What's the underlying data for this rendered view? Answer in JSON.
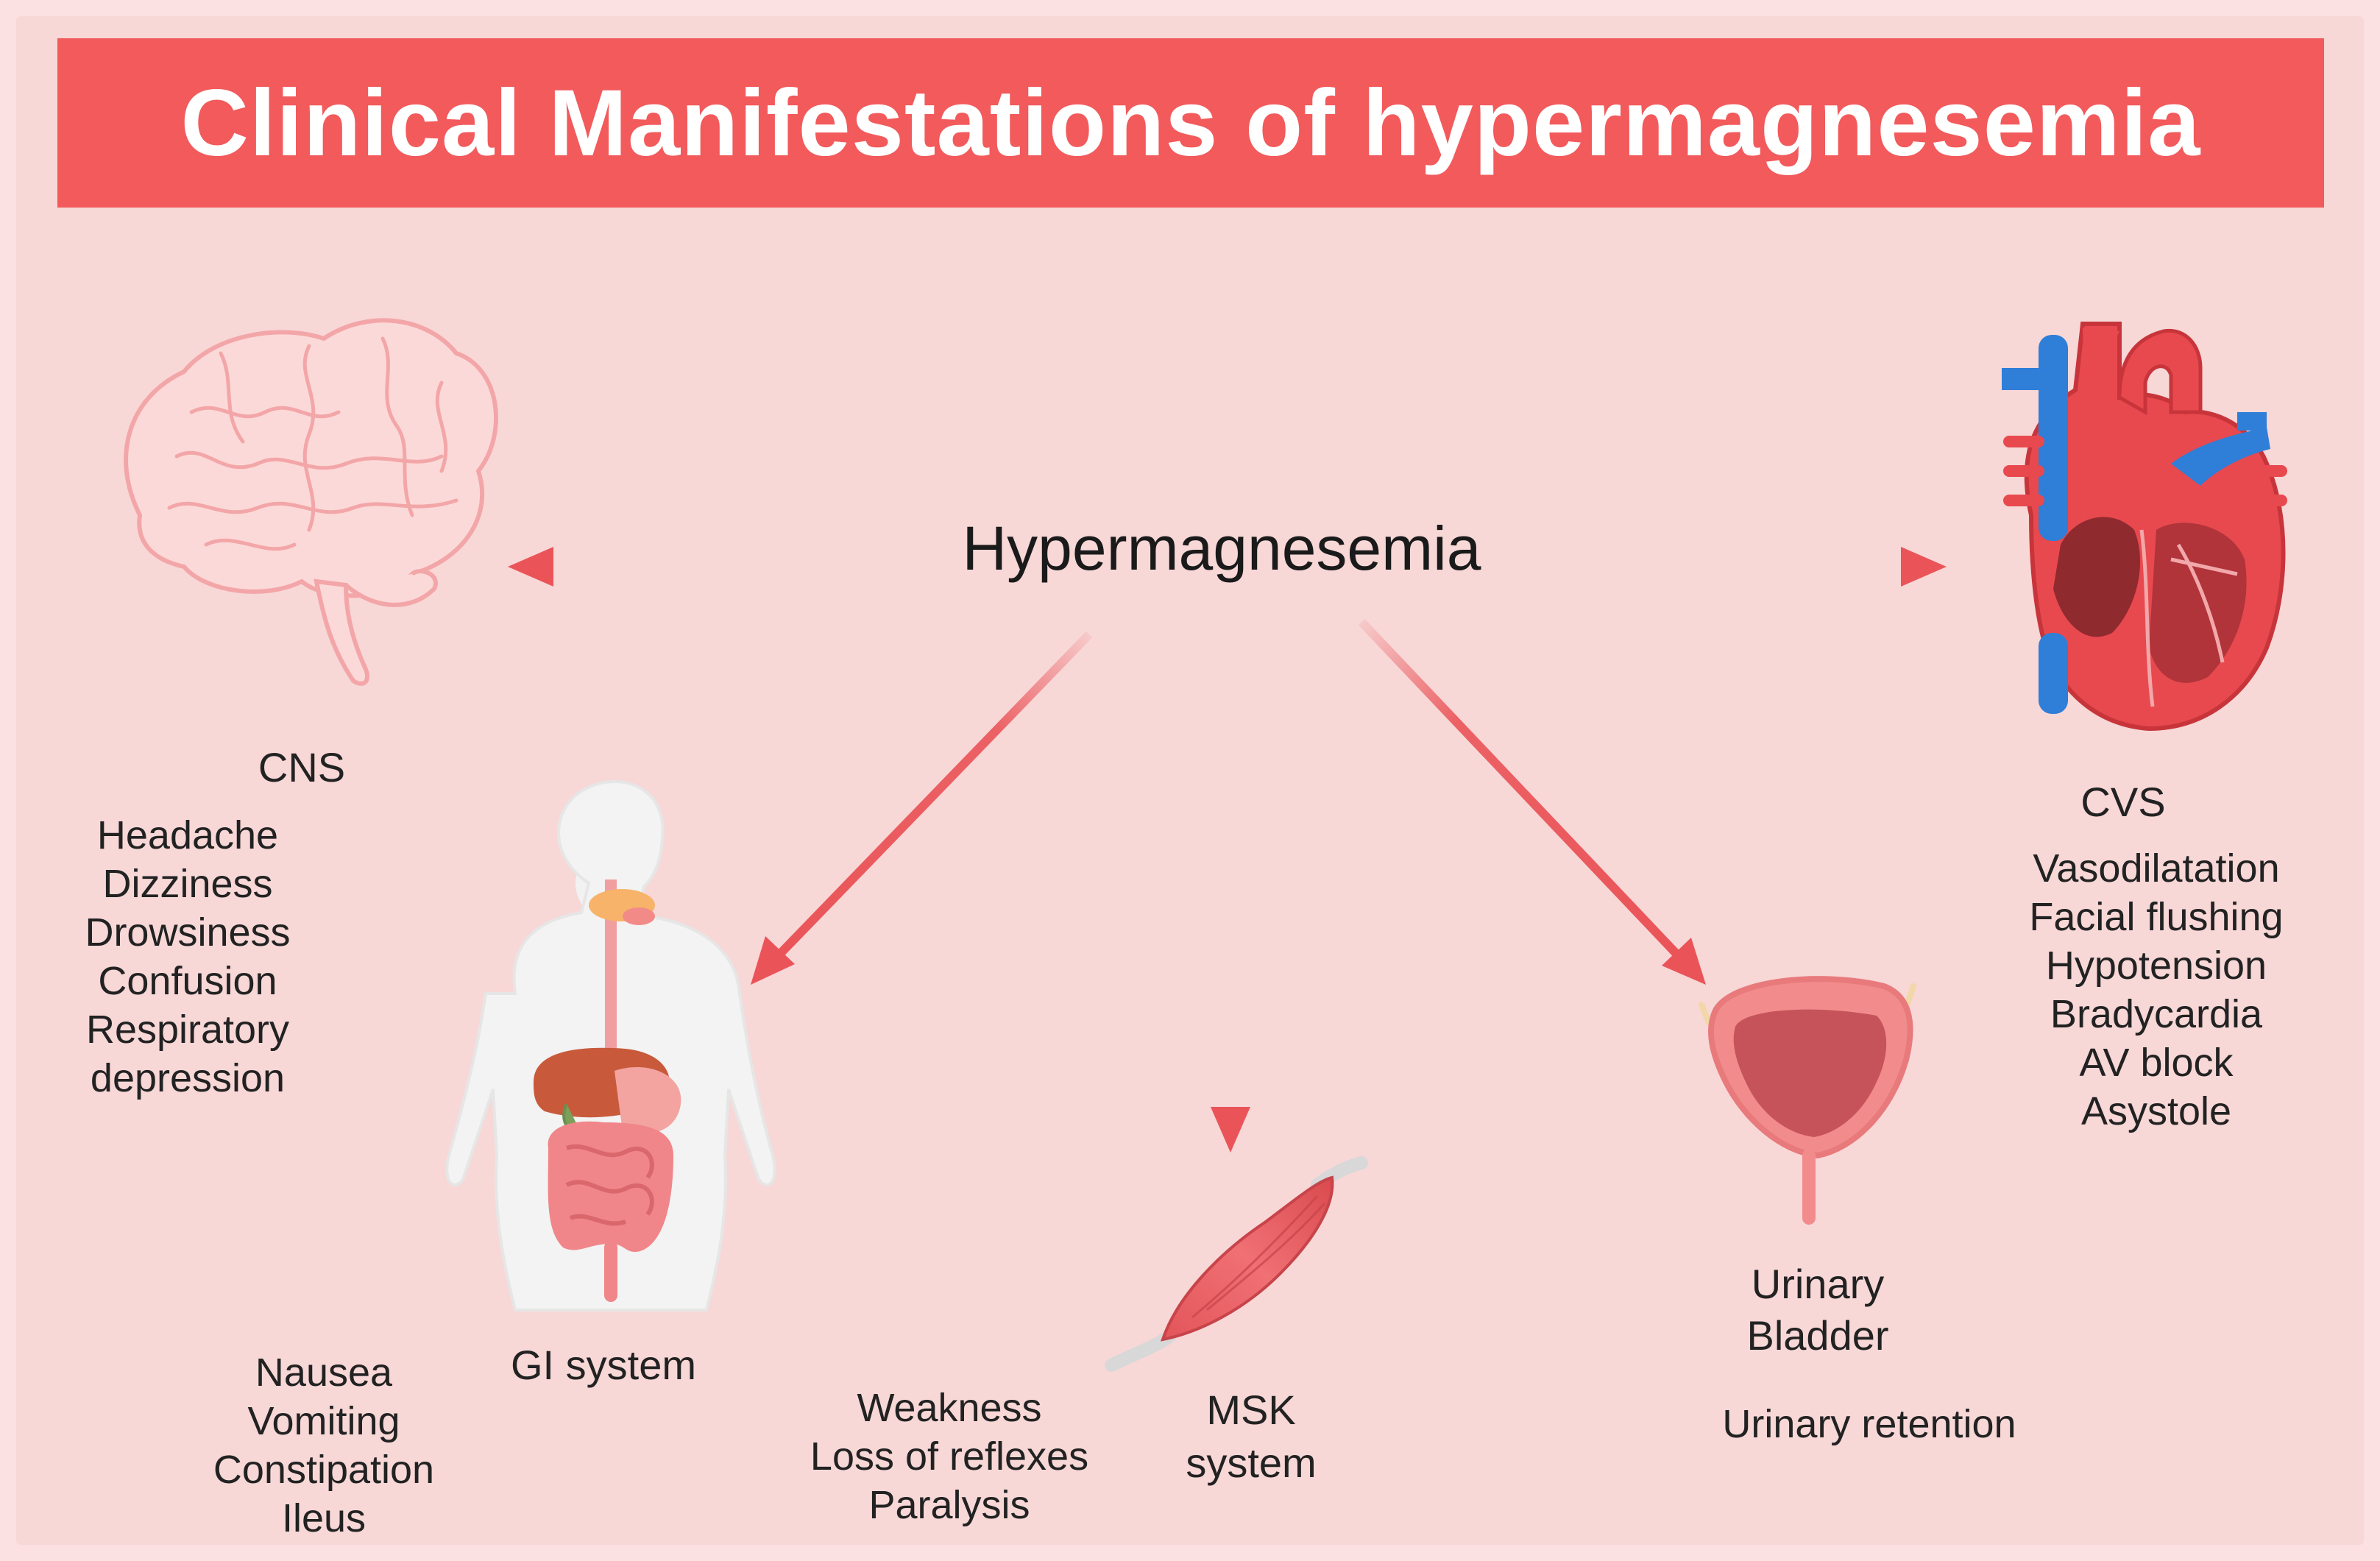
{
  "title": "Clinical Manifestations of hypermagnesemia",
  "center": "Hypermagnesemia",
  "colors": {
    "background": "#f8d7d7",
    "title_bar": "#f25a5c",
    "arrow": "#ea5458",
    "text": "#222222"
  },
  "organs": {
    "cns": {
      "label": "CNS",
      "icon": "brain-icon",
      "symptoms": [
        "Headache",
        "Dizziness",
        "Drowsiness",
        "Confusion",
        "Respiratory",
        "depression"
      ]
    },
    "gi": {
      "label": "GI system",
      "icon": "digestive-system-icon",
      "symptoms": [
        "Nausea",
        "Vomiting",
        "Constipation",
        "Ileus"
      ]
    },
    "msk": {
      "label_lines": [
        "MSK",
        "system"
      ],
      "icon": "muscle-icon",
      "symptoms": [
        "Weakness",
        "Loss of reflexes",
        "Paralysis"
      ]
    },
    "urinary": {
      "label_lines": [
        "Urinary",
        "Bladder"
      ],
      "icon": "bladder-icon",
      "symptoms": [
        "Urinary retention"
      ]
    },
    "cvs": {
      "label": "CVS",
      "icon": "heart-icon",
      "symptoms": [
        "Vasodilatation",
        "Facial flushing",
        "Hypotension",
        "Bradycardia",
        "AV block",
        "Asystole"
      ]
    }
  }
}
